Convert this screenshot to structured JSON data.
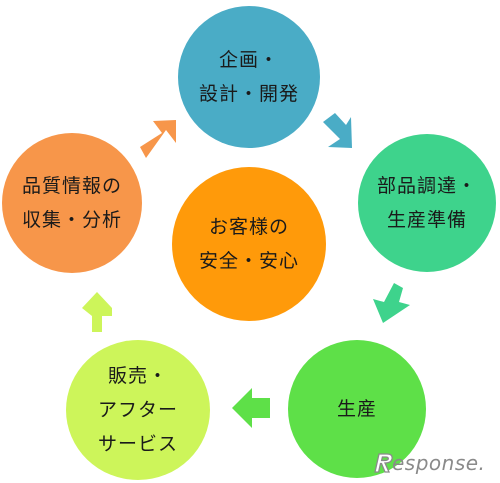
{
  "nodes": {
    "plan": {
      "lines": [
        "企画・",
        "設計・開発"
      ],
      "color": "#4aacc6"
    },
    "parts": {
      "lines": [
        "部品調達・",
        "生産準備"
      ],
      "color": "#3ed38c"
    },
    "prod": {
      "lines": [
        "生産"
      ],
      "color": "#5ee048"
    },
    "sales": {
      "lines": [
        "販売・",
        "アフター",
        "サービス"
      ],
      "color": "#cdf55a"
    },
    "quality": {
      "lines": [
        "品質情報の",
        "収集・分析"
      ],
      "color": "#f7964a"
    },
    "center": {
      "lines": [
        "お客様の",
        "安全・安心"
      ],
      "color": "#ff9a0a"
    }
  },
  "arrows": {
    "quality_to_plan": {
      "color": "#f7964a"
    },
    "plan_to_parts": {
      "color": "#4aacc6"
    },
    "parts_to_prod": {
      "color": "#3ed38c"
    },
    "prod_to_sales": {
      "color": "#5ee048"
    },
    "sales_to_quality": {
      "color": "#cdf55a"
    }
  },
  "logo": {
    "text": "esponse."
  }
}
